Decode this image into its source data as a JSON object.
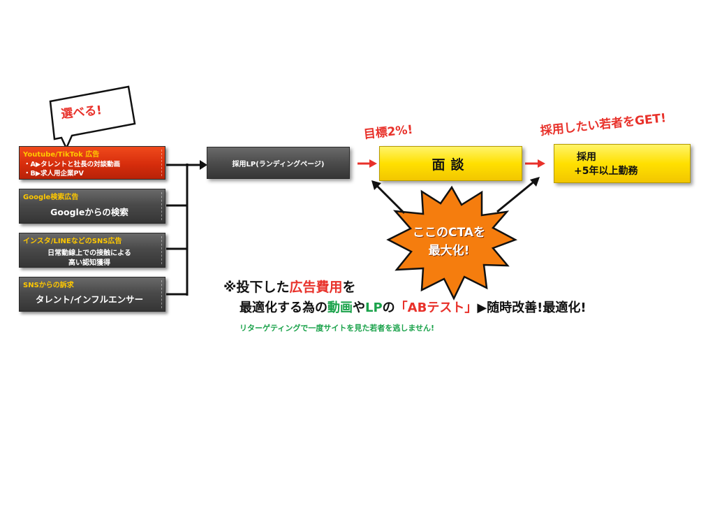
{
  "speech_bubble": {
    "text": "選べる!"
  },
  "channels": [
    {
      "title": "Youtube/TikTok 広告",
      "lines": [
        "・A▶タレントと社長の対談動画",
        "・B▶求人用企業PV"
      ]
    },
    {
      "title": "Google検索広告",
      "lines": [
        "Googleからの検索"
      ]
    },
    {
      "title": "インスタ/LINEなどのSNS広告",
      "lines": [
        "日常動線上での接触による",
        "高い認知獲得"
      ]
    },
    {
      "title": "SNSからの訴求",
      "lines": [
        "タレント/インフルエンサー"
      ]
    }
  ],
  "flow": {
    "lp": "採用LP(ランディングページ)",
    "interview": "面談",
    "hire_line1": "採用",
    "hire_line2": "+5年以上勤務"
  },
  "callouts": {
    "target": "目標2%!",
    "get": "採用したい若者をGET!",
    "burst_line1": "ここのCTAを",
    "burst_line2": "最大化!"
  },
  "note": {
    "l1_a": "※投下した",
    "l1_b": "広告費用",
    "l1_c": "を",
    "l2_a": "最適化する為の",
    "l2_b": "動画",
    "l2_c": "や",
    "l2_d": "LP",
    "l2_e": "の",
    "l2_f": "「ABテスト」",
    "l2_g": "▶随時改善!最適化!",
    "l3": "リターゲティングで一度サイトを見た若者を逃しません!"
  },
  "colors": {
    "accent_red": "#e8312a",
    "accent_green": "#1aa24a",
    "accent_yellow": "#ffe000",
    "burst_orange": "#f57d0e",
    "label_gold": "#ffc800"
  }
}
